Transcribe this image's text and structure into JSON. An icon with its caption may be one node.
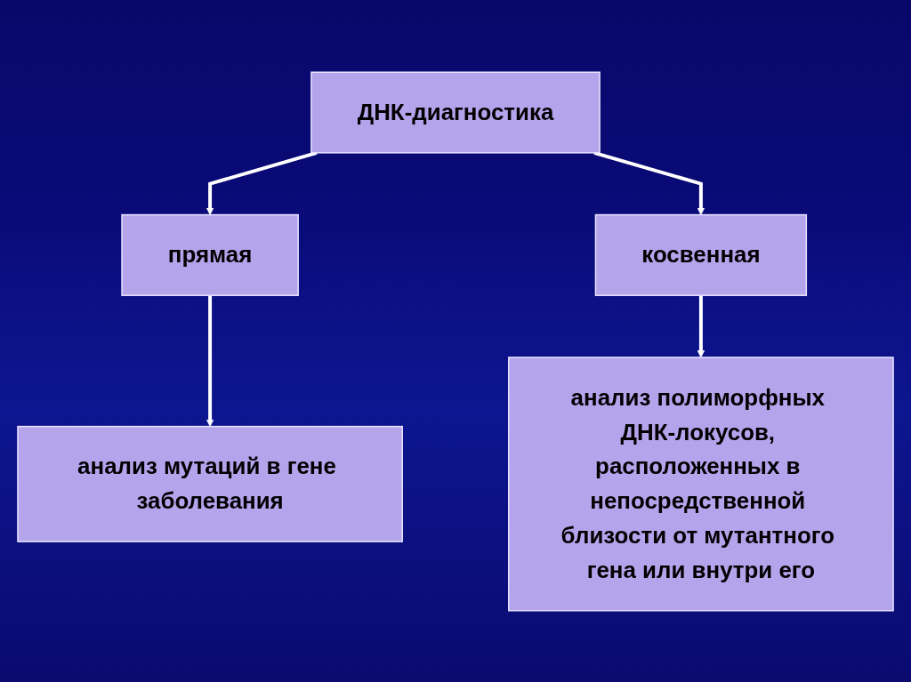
{
  "diagram": {
    "nodes": [
      {
        "text": [
          "ДНК-диагностика"
        ]
      },
      {
        "text": [
          "прямая"
        ]
      },
      {
        "text": [
          "косвенная"
        ]
      },
      {
        "text": [
          "анализ мутаций в гене заболевания"
        ]
      },
      {
        "text": [
          "анализ полиморфных ДНК-локусов, расположенных в непосредственной близости от мутантного гена или внутри его"
        ]
      }
    ],
    "edges": [
      {
        "from": 0,
        "to": 1,
        "arrow": "to"
      },
      {
        "from": 0,
        "to": 2,
        "arrow": "to"
      },
      {
        "from": 1,
        "to": 3,
        "arrow": "to"
      },
      {
        "from": 2,
        "to": 4,
        "arrow": "to"
      }
    ]
  }
}
